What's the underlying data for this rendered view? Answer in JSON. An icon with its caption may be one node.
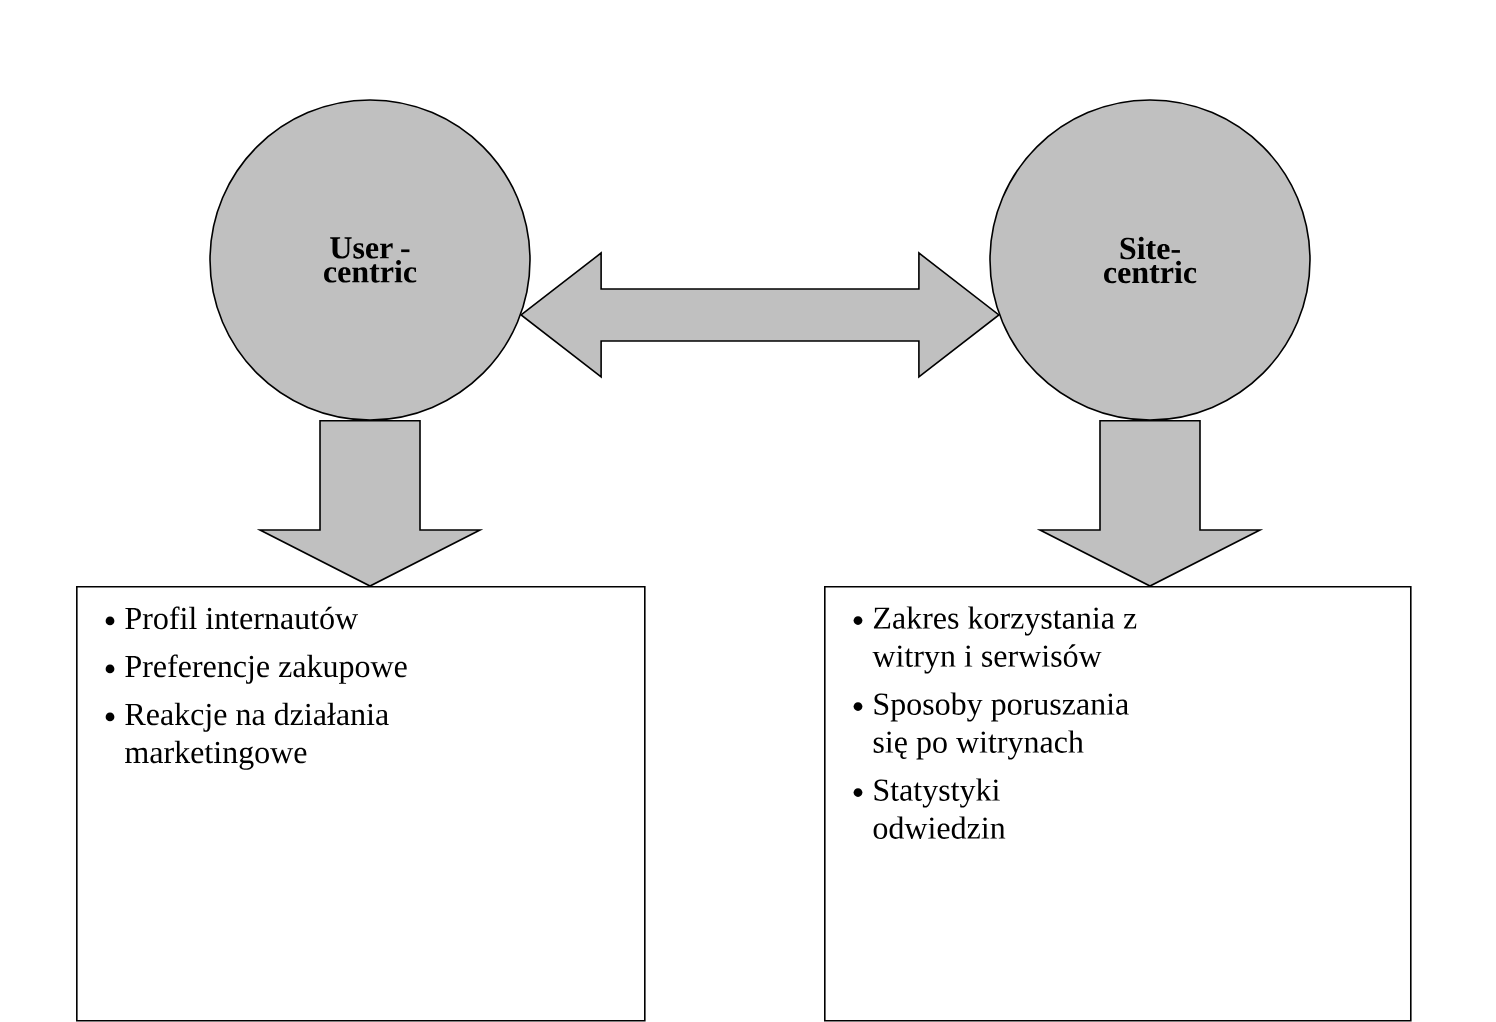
{
  "diagram": {
    "nodes": [
      {
        "text": [
          "User - centric"
        ]
      },
      {
        "text": [
          "Site-centric"
        ]
      },
      {
        "text": [
          "Profil internautów",
          "Preferencje zakupowe",
          "Reakcje na działania marketingowe"
        ]
      },
      {
        "text": [
          "Zakres korzystania z witryn i serwisów",
          "Sposoby poruszania się po witrynach",
          "Statystyki odwiedzin"
        ]
      }
    ],
    "edges": [
      {
        "from": 0,
        "to": 1,
        "arrow": "both"
      },
      {
        "from": 0,
        "to": 2,
        "arrow": "to"
      },
      {
        "from": 1,
        "to": 3,
        "arrow": "to"
      }
    ]
  }
}
